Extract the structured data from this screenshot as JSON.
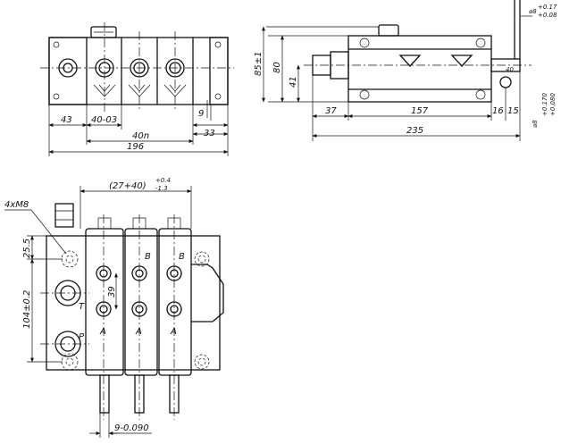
{
  "front_view": {
    "dims": {
      "d43": "43",
      "d40_03": "40-03",
      "d40n": "40n",
      "d33": "33",
      "d9": "9",
      "d196": "196"
    }
  },
  "side_view": {
    "dims": {
      "d85": "85±1",
      "d80": "80",
      "d41": "41",
      "d37": "37",
      "d157": "157",
      "d16": "16",
      "d15": "15",
      "d235": "235",
      "d40": "40",
      "dia8_top": "⌀8",
      "dia8_top_tol_up": "+0.17",
      "dia8_top_tol_lo": "+0.08",
      "dia8_right": "⌀8",
      "dia8_right_tol_up": "+0.170",
      "dia8_right_tol_lo": "+0.080"
    }
  },
  "plan_view": {
    "dims": {
      "chain": "(27+40)",
      "chain_tol_up": "+0.4",
      "chain_tol_lo": "-1.3",
      "bolts": "4xM8",
      "d25_5": "25.5",
      "d104": "104±0.2",
      "d39": "39",
      "d9_009": "9-0.090"
    },
    "ports": {
      "T": "T",
      "P": "P",
      "A1": "A",
      "A2": "A",
      "A3": "A",
      "B2": "B",
      "B3": "B"
    }
  }
}
